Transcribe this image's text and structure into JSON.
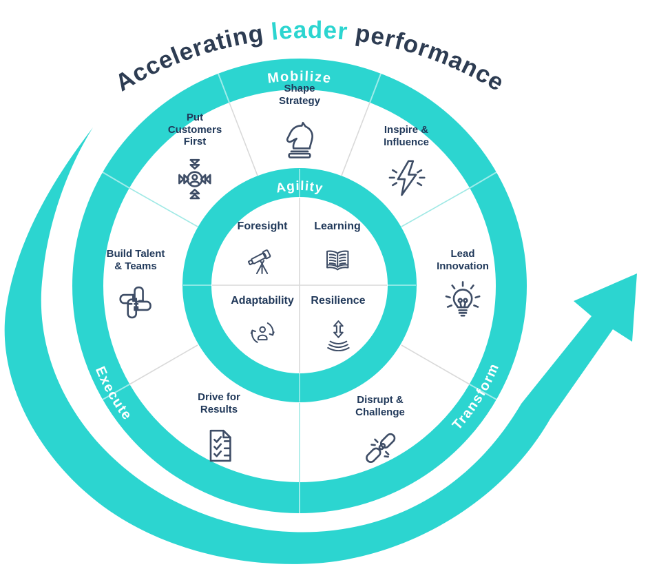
{
  "title": {
    "part1": "Accelerating ",
    "part2": "leader",
    "part3": " performance"
  },
  "phases": {
    "top": "Mobilize",
    "right": "Transform",
    "left": "Execute"
  },
  "inner_ring_label": "Agility",
  "outer_segments": [
    {
      "label": "Shape\nStrategy",
      "icon": "chess-knight"
    },
    {
      "label": "Inspire &\nInfluence",
      "icon": "lightning-bolt"
    },
    {
      "label": "Put\nCustomers\nFirst",
      "icon": "customer-focus"
    },
    {
      "label": "Lead\nInnovation",
      "icon": "lightbulb"
    },
    {
      "label": "Build Talent\n& Teams",
      "icon": "joined-hands"
    },
    {
      "label": "Disrupt &\nChallenge",
      "icon": "broken-chain"
    },
    {
      "label": "Drive for\nResults",
      "icon": "checklist-document"
    }
  ],
  "inner_competencies": [
    {
      "label": "Foresight",
      "icon": "telescope"
    },
    {
      "label": "Learning",
      "icon": "open-book"
    },
    {
      "label": "Adaptability",
      "icon": "person-cycle-arrows"
    },
    {
      "label": "Resilience",
      "icon": "spring-double-arrow"
    }
  ],
  "colors": {
    "teal": "#2cd5d0",
    "divider_teal": "#a0e9e5",
    "divider_gray": "#d9d9d9",
    "title_navy": "#2d3c52",
    "label_navy": "#21395a",
    "icon_stroke": "#3e4d66"
  }
}
